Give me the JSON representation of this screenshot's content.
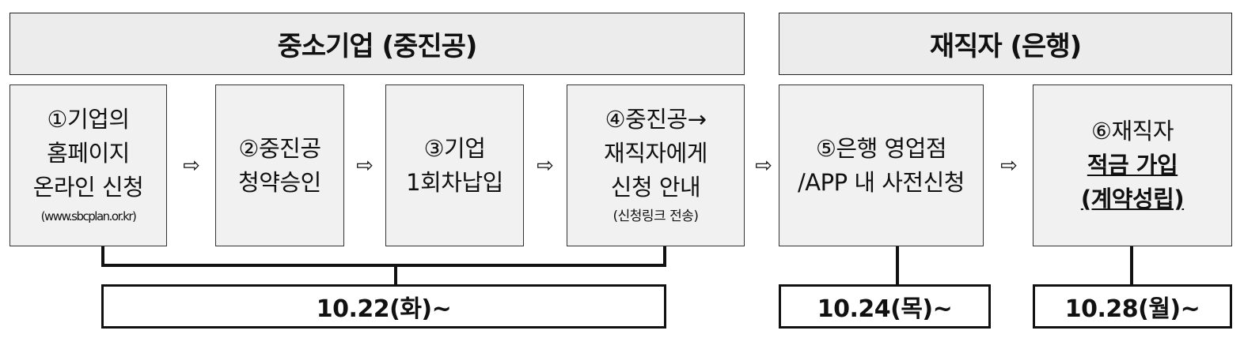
{
  "headers": {
    "sme": "중소기업 (중진공)",
    "employee": "재직자 (은행)"
  },
  "steps": [
    {
      "lines": [
        "①기업의",
        "홈페이지",
        "온라인 신청"
      ],
      "note": "(www.sbcplan.or.kr)"
    },
    {
      "lines": [
        "②중진공",
        "청약승인"
      ]
    },
    {
      "lines": [
        "③기업",
        "1회차납입"
      ]
    },
    {
      "lines": [
        "④중진공→",
        "재직자에게",
        "신청 안내"
      ],
      "note": "(신청링크 전송)"
    },
    {
      "lines": [
        "⑤은행 영업점",
        "/APP 내 사전신청"
      ]
    },
    {
      "lines": [
        "⑥재직자"
      ],
      "emphasis": [
        "적금 가입",
        "(계약성립)"
      ]
    }
  ],
  "arrow_glyph": "⇨",
  "dates": {
    "sme": "10.22(화)~",
    "bank_apply": "10.24(목)~",
    "contract": "10.28(월)~"
  }
}
